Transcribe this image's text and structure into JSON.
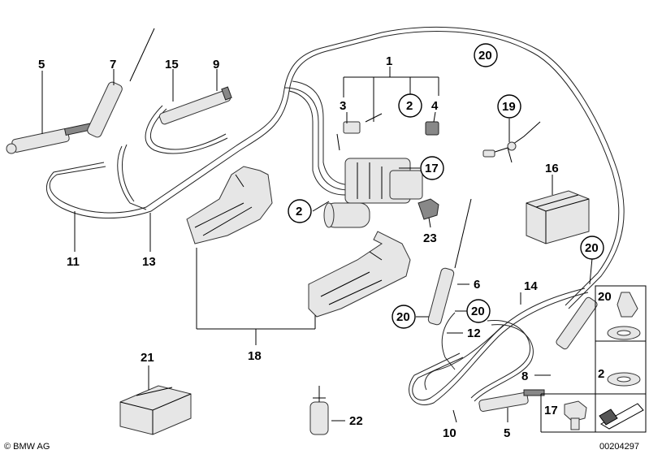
{
  "labels": {
    "l1": "1",
    "l2a": "2",
    "l2b": "2",
    "l2c": "2",
    "l3": "3",
    "l4": "4",
    "l5a": "5",
    "l5b": "5",
    "l6": "6",
    "l7": "7",
    "l8": "8",
    "l9": "9",
    "l10": "10",
    "l11": "11",
    "l12": "12",
    "l13": "13",
    "l14": "14",
    "l15": "15",
    "l16": "16",
    "l17a": "17",
    "l17b": "17",
    "l18": "18",
    "l19": "19",
    "l20a": "20",
    "l20b": "20",
    "l20c": "20",
    "l20d": "20",
    "l20e": "20",
    "l21": "21",
    "l22": "22",
    "l23": "23"
  },
  "footer": {
    "brand": "© BMW AG",
    "image_number": "00204297"
  }
}
